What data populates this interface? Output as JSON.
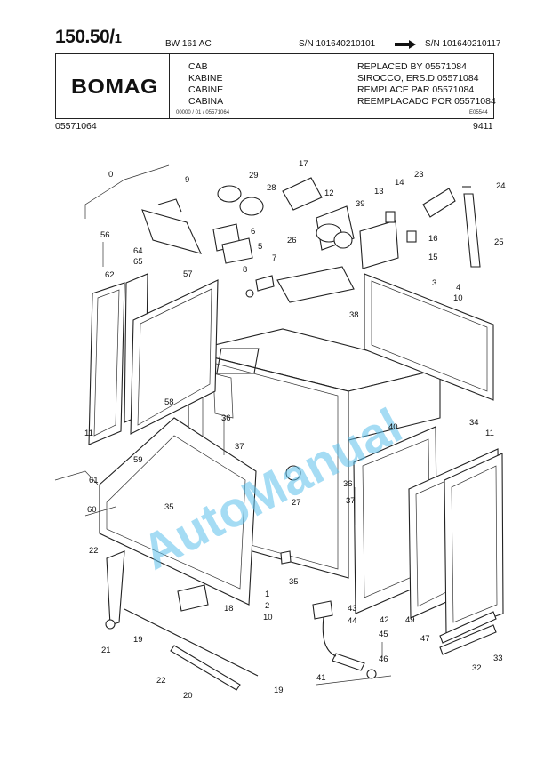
{
  "header": {
    "page_no": "150.50/",
    "page_sub": "1",
    "model": "BW 161 AC",
    "serial_from": "S/N 101640210101",
    "serial_to": "S/N 101640210117",
    "brand": "BOMAG",
    "titles": [
      "CAB",
      "KABINE",
      "CABINE",
      "CABINA"
    ],
    "replaced": [
      "REPLACED BY 05571084",
      "SIROCCO, ERS.D 05571084",
      "REMPLACE PAR 05571084",
      "REEMPLACADO POR 05571084"
    ],
    "small_left": "00000 / 01 / 05571064",
    "small_right": "E05544",
    "part_no": "05571064",
    "date_code": "9411"
  },
  "watermark": "AutoManual",
  "callouts": [
    {
      "id": "c0",
      "text": "0"
    },
    {
      "id": "c9",
      "text": "9"
    },
    {
      "id": "c29",
      "text": "29"
    },
    {
      "id": "c28",
      "text": "28"
    },
    {
      "id": "c17",
      "text": "17"
    },
    {
      "id": "c12",
      "text": "12"
    },
    {
      "id": "c13",
      "text": "13"
    },
    {
      "id": "c14",
      "text": "14"
    },
    {
      "id": "c23",
      "text": "23"
    },
    {
      "id": "c24",
      "text": "24"
    },
    {
      "id": "c6",
      "text": "6"
    },
    {
      "id": "c5",
      "text": "5"
    },
    {
      "id": "c8",
      "text": "8"
    },
    {
      "id": "c7",
      "text": "7"
    },
    {
      "id": "c26",
      "text": "26"
    },
    {
      "id": "c39",
      "text": "39"
    },
    {
      "id": "c16",
      "text": "16"
    },
    {
      "id": "c15",
      "text": "15"
    },
    {
      "id": "c25",
      "text": "25"
    },
    {
      "id": "c56",
      "text": "56"
    },
    {
      "id": "c64",
      "text": "64"
    },
    {
      "id": "c65",
      "text": "65"
    },
    {
      "id": "c62",
      "text": "62"
    },
    {
      "id": "c57",
      "text": "57"
    },
    {
      "id": "c38",
      "text": "38"
    },
    {
      "id": "c3",
      "text": "3"
    },
    {
      "id": "c4",
      "text": "4"
    },
    {
      "id": "c10a",
      "text": "10"
    },
    {
      "id": "c58",
      "text": "58"
    },
    {
      "id": "c36a",
      "text": "36"
    },
    {
      "id": "c37a",
      "text": "37"
    },
    {
      "id": "c11a",
      "text": "11"
    },
    {
      "id": "c40",
      "text": "40"
    },
    {
      "id": "c34",
      "text": "34"
    },
    {
      "id": "c11b",
      "text": "11"
    },
    {
      "id": "c59",
      "text": "59"
    },
    {
      "id": "c61",
      "text": "61"
    },
    {
      "id": "c35a",
      "text": "35"
    },
    {
      "id": "c60",
      "text": "60"
    },
    {
      "id": "c27",
      "text": "27"
    },
    {
      "id": "c36b",
      "text": "36"
    },
    {
      "id": "c37b",
      "text": "37"
    },
    {
      "id": "c22a",
      "text": "22"
    },
    {
      "id": "c35b",
      "text": "35"
    },
    {
      "id": "c1",
      "text": "1"
    },
    {
      "id": "c2",
      "text": "2"
    },
    {
      "id": "c10b",
      "text": "10"
    },
    {
      "id": "c18",
      "text": "18"
    },
    {
      "id": "c43",
      "text": "43"
    },
    {
      "id": "c44",
      "text": "44"
    },
    {
      "id": "c42",
      "text": "42"
    },
    {
      "id": "c49",
      "text": "49"
    },
    {
      "id": "c47",
      "text": "47"
    },
    {
      "id": "c19a",
      "text": "19"
    },
    {
      "id": "c21",
      "text": "21"
    },
    {
      "id": "c45",
      "text": "45"
    },
    {
      "id": "c46",
      "text": "46"
    },
    {
      "id": "c32",
      "text": "32"
    },
    {
      "id": "c33",
      "text": "33"
    },
    {
      "id": "c22b",
      "text": "22"
    },
    {
      "id": "c20",
      "text": "20"
    },
    {
      "id": "c19b",
      "text": "19"
    },
    {
      "id": "c41",
      "text": "41"
    }
  ]
}
